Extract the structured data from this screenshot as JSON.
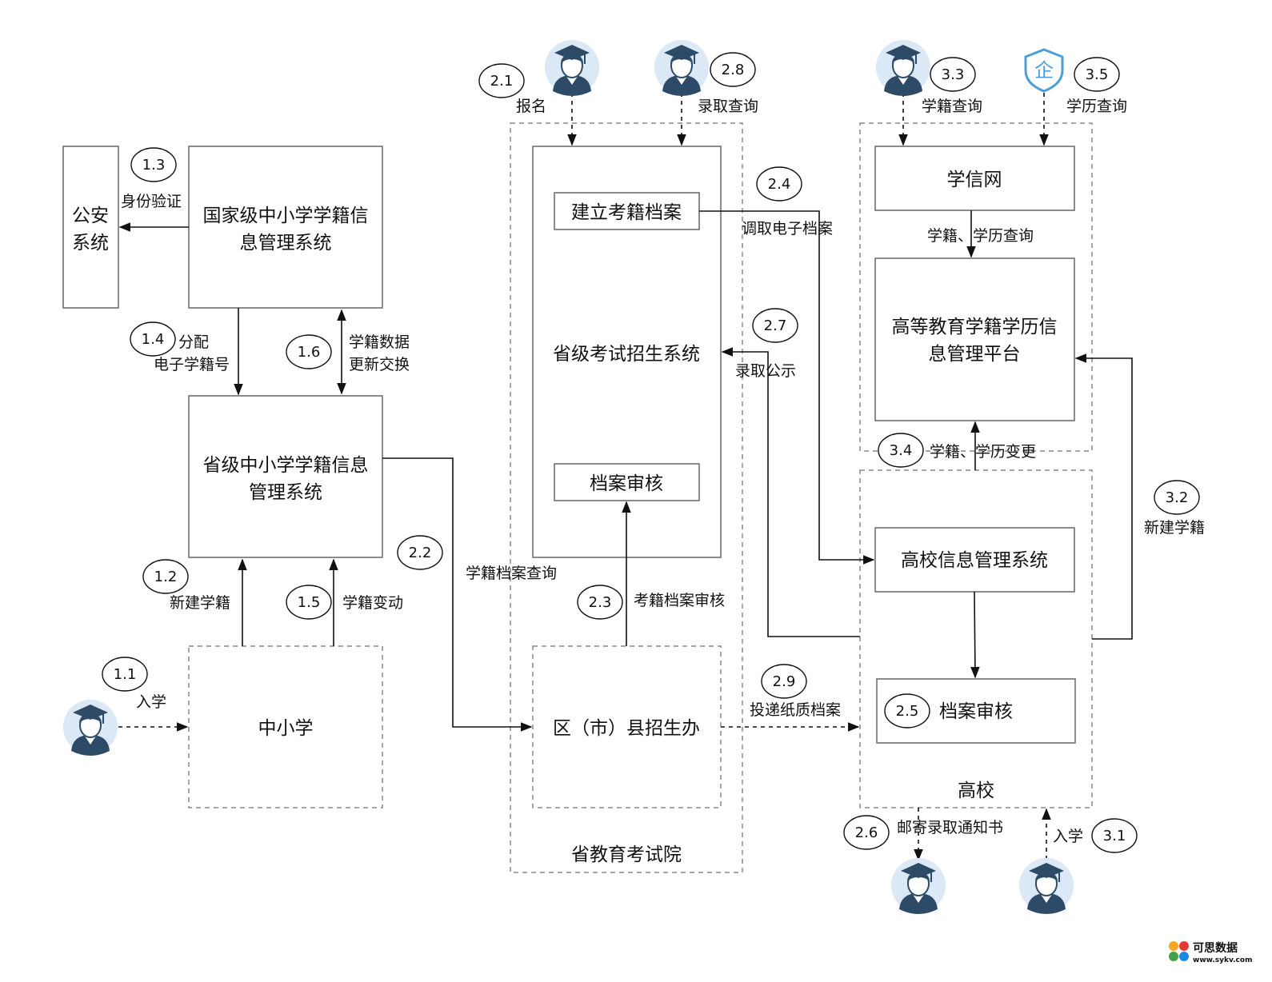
{
  "boxes": {
    "public_security": "公安系统",
    "public_security_l1": "公安",
    "public_security_l2": "系统",
    "national_l1": "国家级中小学学籍信",
    "national_l2": "息管理系统",
    "provincial_l1": "省级中小学学籍信息",
    "provincial_l2": "管理系统",
    "school": "中小学",
    "exam_system": "省级考试招生系统",
    "build_archive": "建立考籍档案",
    "archive_review_exam": "档案审核",
    "district_office": "区（市）县招生办",
    "exam_institute": "省教育考试院",
    "chsi": "学信网",
    "platform_l1": "高等教育学籍学历信",
    "platform_l2": "息管理平台",
    "univ_system": "高校信息管理系统",
    "archive_review_univ": "档案审核",
    "university": "高校"
  },
  "steps": {
    "s11": {
      "num": "1.1",
      "label": "入学"
    },
    "s12": {
      "num": "1.2",
      "label": "新建学籍"
    },
    "s13": {
      "num": "1.3",
      "label": "身份验证"
    },
    "s14": {
      "num": "1.4",
      "label": "分配",
      "label2": "电子学籍号"
    },
    "s15": {
      "num": "1.5",
      "label": "学籍变动"
    },
    "s16": {
      "num": "1.6",
      "label": "学籍数据",
      "label2": "更新交换"
    },
    "s21": {
      "num": "2.1",
      "label": "报名"
    },
    "s22": {
      "num": "2.2",
      "label": "学籍档案查询"
    },
    "s23": {
      "num": "2.3",
      "label": "考籍档案审核"
    },
    "s24": {
      "num": "2.4",
      "label": "调取电子档案"
    },
    "s25": {
      "num": "2.5"
    },
    "s26": {
      "num": "2.6",
      "label": "邮寄录取通知书"
    },
    "s27": {
      "num": "2.7",
      "label": "录取公示"
    },
    "s28": {
      "num": "2.8",
      "label": "录取查询"
    },
    "s29": {
      "num": "2.9",
      "label": "投递纸质档案"
    },
    "s31": {
      "num": "3.1",
      "label": "入学"
    },
    "s32": {
      "num": "3.2",
      "label": "新建学籍"
    },
    "s33": {
      "num": "3.3",
      "label": "学籍查询"
    },
    "s34": {
      "num": "3.4",
      "label": "学籍、学历变更"
    },
    "s35": {
      "num": "3.5",
      "label": "学历查询"
    },
    "chsi_query": {
      "label": "学籍、学历查询"
    }
  },
  "icons": {
    "student": "student-avatar-icon",
    "enterprise": "enterprise-shield-icon",
    "enterprise_char": "企"
  },
  "watermark": {
    "name": "可思数据",
    "url": "www.sykv.com"
  }
}
